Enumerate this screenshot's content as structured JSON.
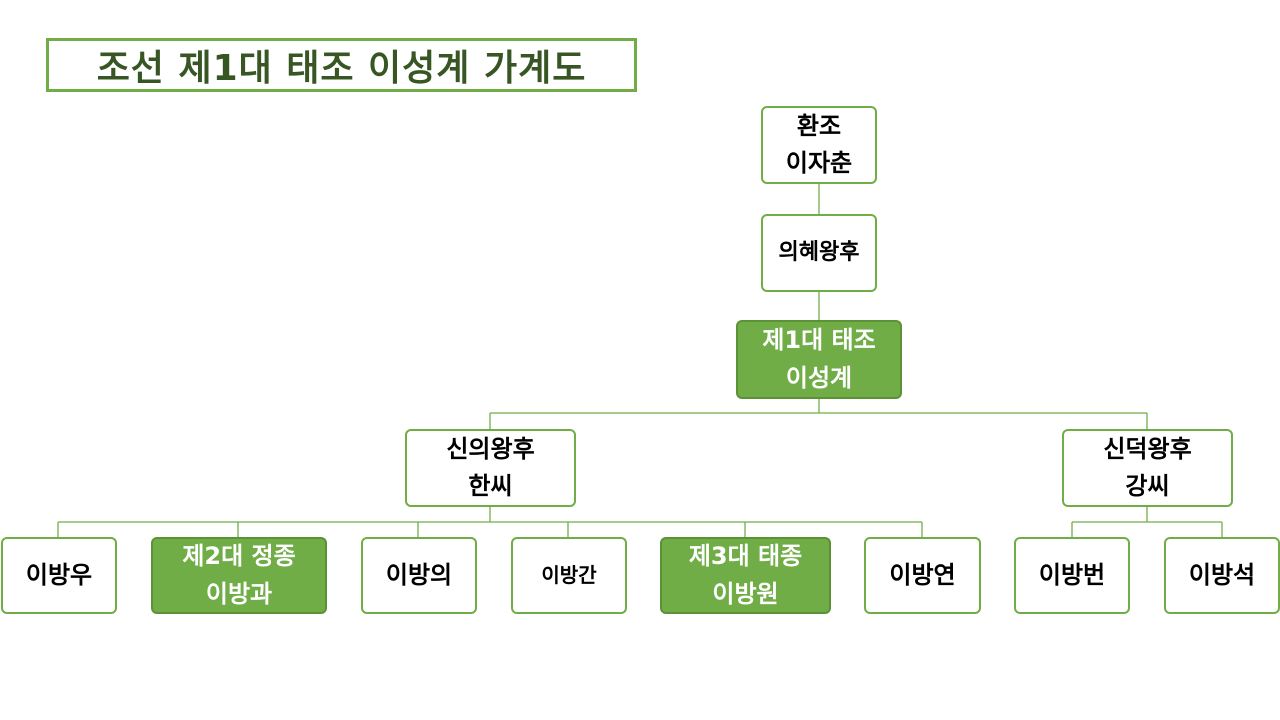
{
  "title": "조선 제1대 태조 이성계 가계도",
  "colors": {
    "accent": "#70ad47",
    "accent_dark": "#375623",
    "line": "#70ad47"
  },
  "nodes": {
    "hwanjo": {
      "line1": "환조",
      "line2": "이자춘"
    },
    "uihye": {
      "line1": "의혜왕후"
    },
    "taejo": {
      "line1": "제1대 태조",
      "line2": "이성계"
    },
    "sinui": {
      "line1": "신의왕후",
      "line2": "한씨"
    },
    "sindeok": {
      "line1": "신덕왕후",
      "line2": "강씨"
    },
    "bangwoo": {
      "line1": "이방우"
    },
    "jeongjong": {
      "line1": "제2대 정종",
      "line2": "이방과"
    },
    "bangui": {
      "line1": "이방의"
    },
    "banggan": {
      "line1": "이방간"
    },
    "taejong": {
      "line1": "제3대 태종",
      "line2": "이방원"
    },
    "bangyeon": {
      "line1": "이방연"
    },
    "bangbeon": {
      "line1": "이방번"
    },
    "bangseok": {
      "line1": "이방석"
    }
  }
}
